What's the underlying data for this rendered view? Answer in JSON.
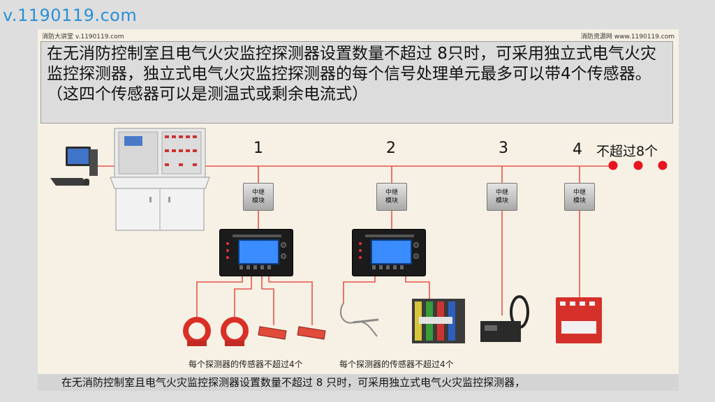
{
  "watermark_url": "v.1190119.com",
  "header": {
    "left": "消防大讲堂 v.1190119.com",
    "right": "消防资源网 www.1190119.com"
  },
  "main_text": "在无消防控制室且电气火灾监控探测器设置数量不超过 8只时，可采用独立式电气火灾监控探测器，独立式电气火灾监控探测器的每个信号处理单元最多可以带4个传感器。（这四个传感器可以是测温式或剩余电流式）",
  "diagram": {
    "bus_numbers": [
      "1",
      "2",
      "3",
      "4"
    ],
    "limit_label": "不超过8个",
    "relay_label_line1": "中继",
    "relay_label_line2": "模块",
    "captions": [
      "每个探测器的传感器不超过4个",
      "每个探测器的传感器不超过4个"
    ],
    "line_color": "#e8534a",
    "dot_color": "#e8141f"
  },
  "subtitle": "在无消防控制室且电气火灾监控探测器设置数量不超过 8 只时，可采用独立式电气火灾监控探测器，"
}
